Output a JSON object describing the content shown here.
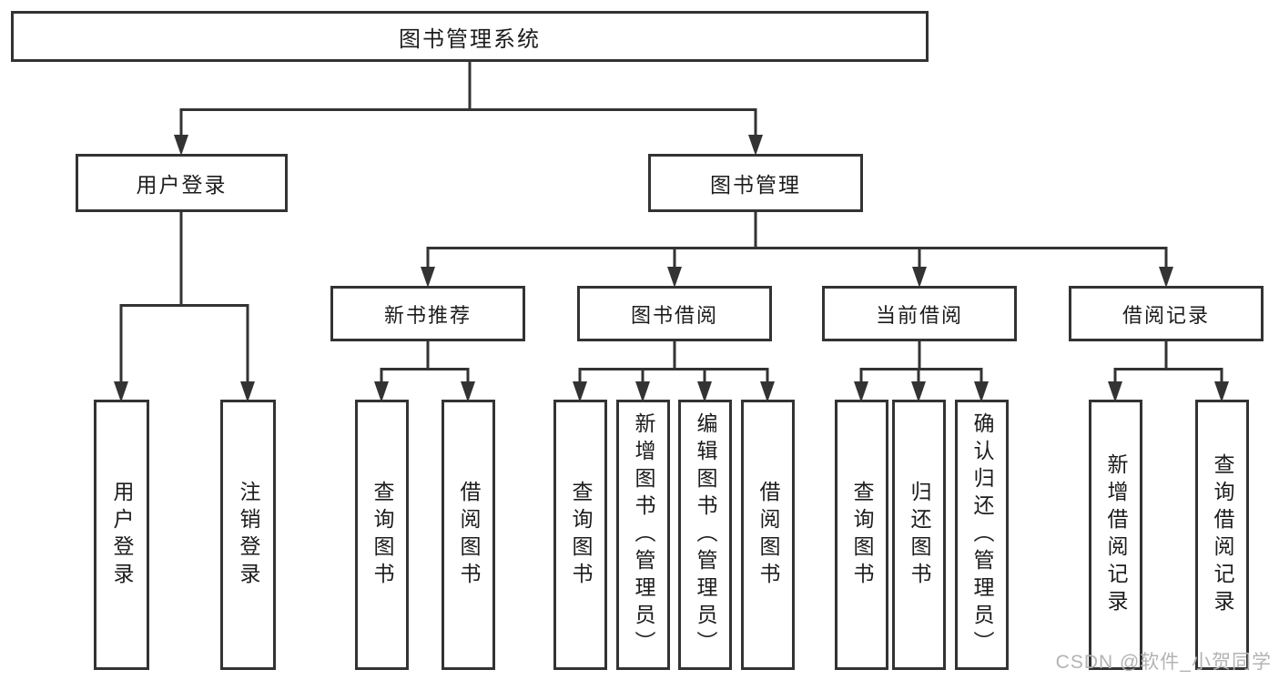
{
  "tree": {
    "root": "图书管理系统",
    "branch_user": {
      "label": "用户登录",
      "children": [
        "用户登录",
        "注销登录"
      ]
    },
    "branch_book": {
      "label": "图书管理",
      "children": [
        {
          "label": "新书推荐",
          "children": [
            "查询图书",
            "借阅图书"
          ]
        },
        {
          "label": "图书借阅",
          "children": [
            "查询图书",
            "新增图书（管理员）",
            "编辑图书（管理员）",
            "借阅图书"
          ]
        },
        {
          "label": "当前借阅",
          "children": [
            "查询图书",
            "归还图书",
            "确认归还（管理员）"
          ]
        },
        {
          "label": "借阅记录",
          "children": [
            "新增借阅记录",
            "查询借阅记录"
          ]
        }
      ]
    }
  },
  "watermark": "CSDN @软件_小贺同学",
  "colors": {
    "line": "#333333",
    "box_border": "#333333",
    "text": "#1c1c1c",
    "watermark": "#b5b2b2",
    "background": "#ffffff"
  }
}
